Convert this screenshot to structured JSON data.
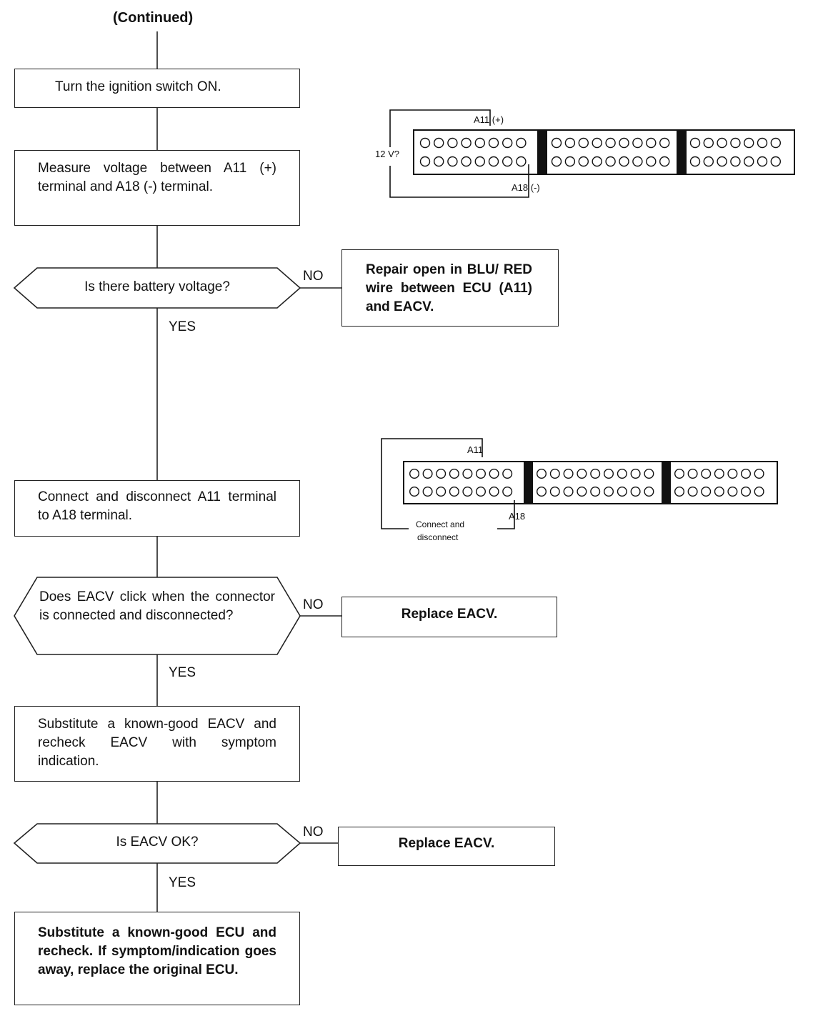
{
  "header": {
    "title": "(Continued)"
  },
  "steps": {
    "ignition_on": "Turn the ignition switch ON.",
    "measure_voltage": "Measure voltage between A11 (+) terminal and A18 (-) terminal.",
    "connect_disconnect": "Connect and disconnect A11 terminal to A18 terminal.",
    "substitute_eacv": "Substitute a known-good EACV and recheck EACV with symptom indication.",
    "substitute_ecu": "Substitute a known-good ECU and recheck. If symptom/indication goes away, replace the original ECU."
  },
  "decisions": {
    "battery_voltage": "Is there battery voltage?",
    "eacv_click": "Does EACV click when the connector is connected and disconnected?",
    "eacv_ok": "Is EACV OK?"
  },
  "actions": {
    "repair_open": "Repair open in BLU/ RED wire between ECU (A11) and EACV.",
    "replace_eacv_1": "Replace EACV.",
    "replace_eacv_2": "Replace EACV."
  },
  "branch_labels": {
    "no": "NO",
    "yes": "YES"
  },
  "connector_diagram_1": {
    "pin_plus": "A11 (+)",
    "pin_minus": "A18 (-)",
    "meter_label": "12 V?"
  },
  "connector_diagram_2": {
    "pin_a11": "A11",
    "pin_a18": "A18",
    "jumper_label_1": "Connect and",
    "jumper_label_2": "disconnect"
  },
  "colors": {
    "line": "#222222",
    "background": "#ffffff"
  }
}
